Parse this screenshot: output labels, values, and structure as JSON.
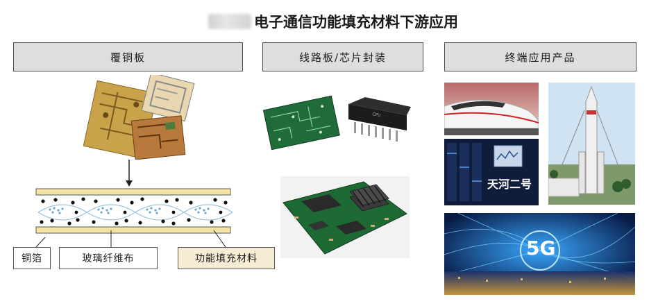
{
  "title": "电子通信功能填充材料下游应用",
  "sections": [
    {
      "label": "覆铜板"
    },
    {
      "label": "线路板/芯片封装"
    },
    {
      "label": "终端应用产品"
    }
  ],
  "layers": {
    "copper_foil": "铜箔",
    "glass_fiber": "玻璃纤维布",
    "filler": "功能填充材料"
  },
  "photos": {
    "supercomputer_text": "天河二号",
    "network_text": "5G"
  },
  "colors": {
    "header_bg": "#dedede",
    "copper_layer": "#f3e3a4",
    "filler_box": "#f5ecd3",
    "pcb_green": "#1f6b3a"
  }
}
